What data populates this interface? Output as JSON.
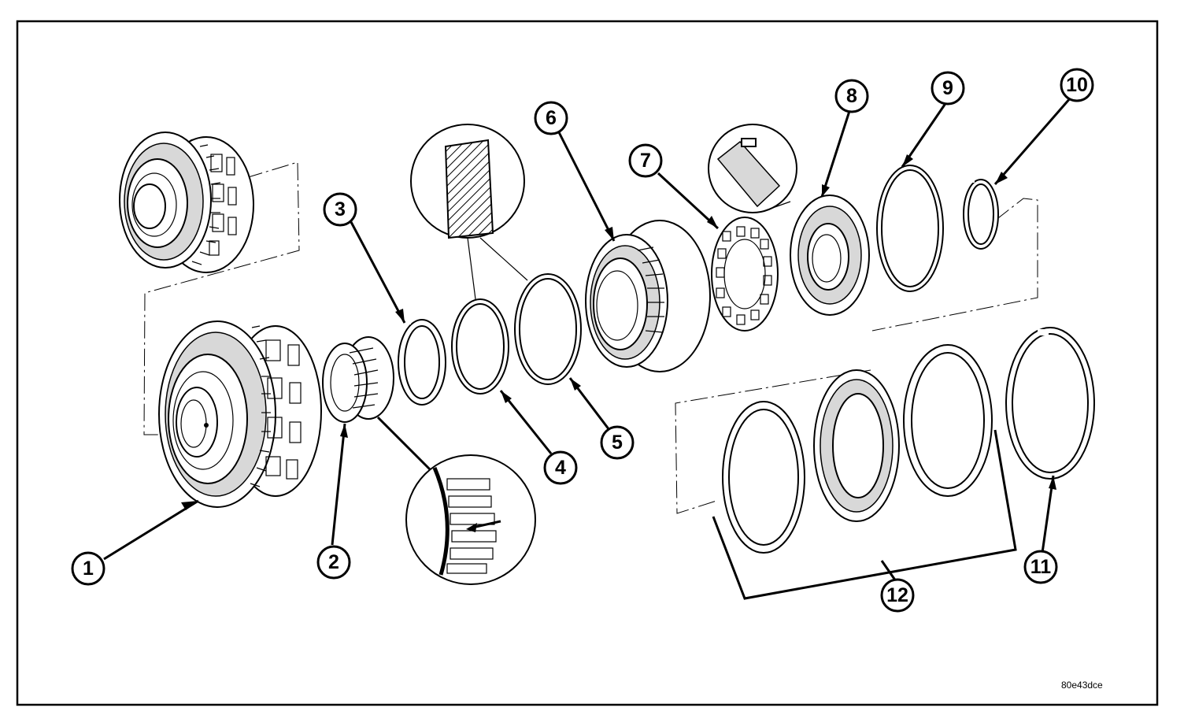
{
  "figure_code": "80e43dce",
  "callouts": [
    {
      "id": "1",
      "label": "1"
    },
    {
      "id": "2",
      "label": "2"
    },
    {
      "id": "3",
      "label": "3"
    },
    {
      "id": "4",
      "label": "4"
    },
    {
      "id": "5",
      "label": "5"
    },
    {
      "id": "6",
      "label": "6"
    },
    {
      "id": "7",
      "label": "7"
    },
    {
      "id": "8",
      "label": "8"
    },
    {
      "id": "9",
      "label": "9"
    },
    {
      "id": "10",
      "label": "10"
    },
    {
      "id": "11",
      "label": "11"
    },
    {
      "id": "12",
      "label": "12"
    }
  ],
  "colors": {
    "line": "#000000",
    "background": "#ffffff",
    "shade": "#d8d8d8"
  }
}
